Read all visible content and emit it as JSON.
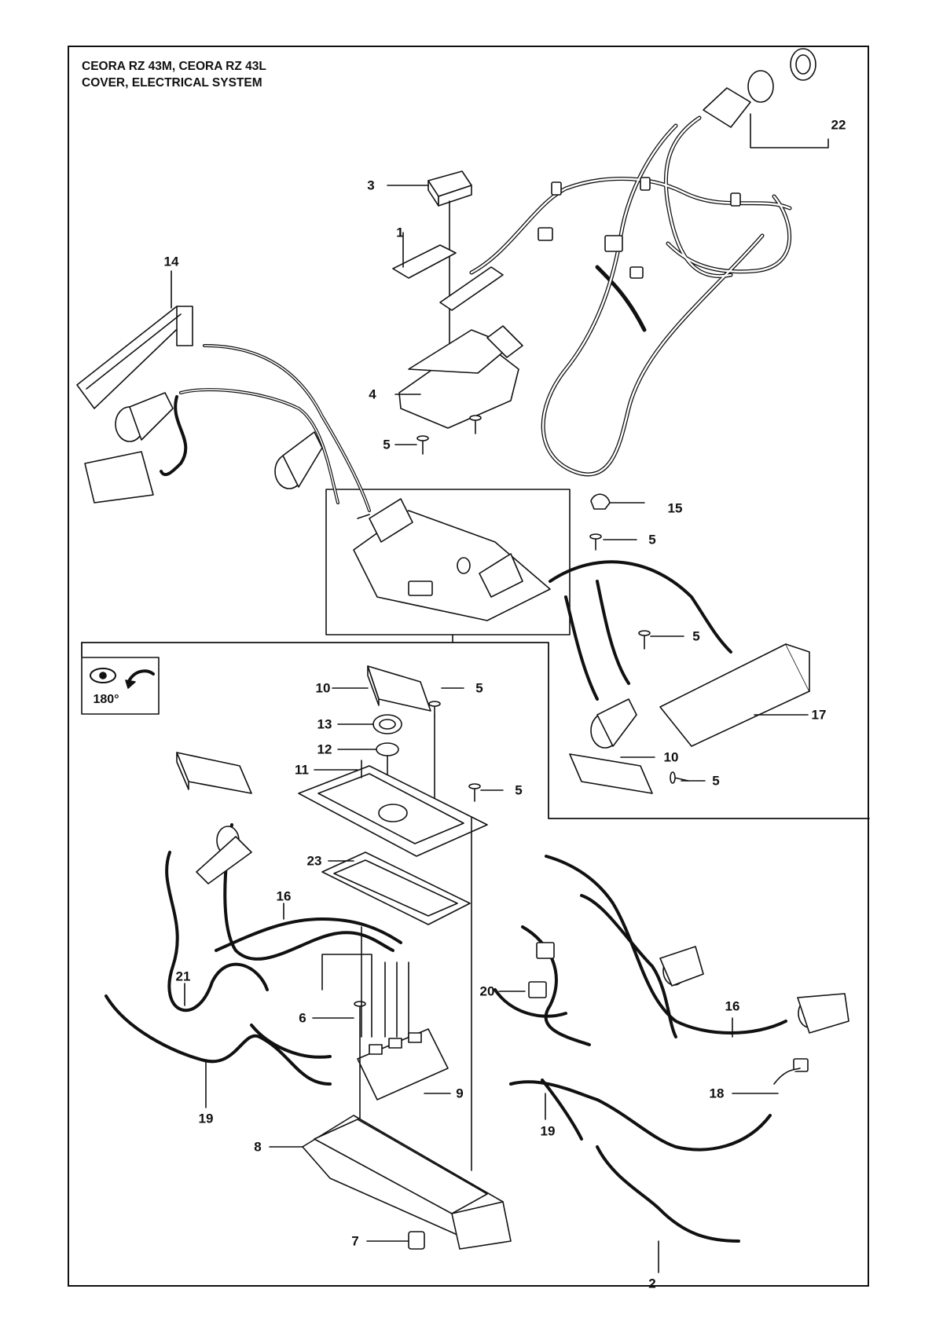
{
  "title": {
    "line1": "CEORA RZ 43M, CEORA RZ 43L",
    "line2": "COVER, ELECTRICAL SYSTEM"
  },
  "view_indicator": {
    "icon": "eye-rotate-icon",
    "angle": "180°"
  },
  "callouts": [
    {
      "id": "callout-22",
      "text": "22"
    },
    {
      "id": "callout-3",
      "text": "3"
    },
    {
      "id": "callout-1",
      "text": "1"
    },
    {
      "id": "callout-14",
      "text": "14"
    },
    {
      "id": "callout-4",
      "text": "4"
    },
    {
      "id": "callout-5-a",
      "text": "5"
    },
    {
      "id": "callout-15",
      "text": "15"
    },
    {
      "id": "callout-5-b",
      "text": "5"
    },
    {
      "id": "callout-5-c",
      "text": "5"
    },
    {
      "id": "callout-10-a",
      "text": "10"
    },
    {
      "id": "callout-5-d",
      "text": "5"
    },
    {
      "id": "callout-13",
      "text": "13"
    },
    {
      "id": "callout-12",
      "text": "12"
    },
    {
      "id": "callout-17",
      "text": "17"
    },
    {
      "id": "callout-11",
      "text": "11"
    },
    {
      "id": "callout-10-b",
      "text": "10"
    },
    {
      "id": "callout-5-e",
      "text": "5"
    },
    {
      "id": "callout-5-f",
      "text": "5"
    },
    {
      "id": "callout-23",
      "text": "23"
    },
    {
      "id": "callout-16-a",
      "text": "16"
    },
    {
      "id": "callout-21",
      "text": "21"
    },
    {
      "id": "callout-20",
      "text": "20"
    },
    {
      "id": "callout-16-b",
      "text": "16"
    },
    {
      "id": "callout-18",
      "text": "18"
    },
    {
      "id": "callout-19-a",
      "text": "19"
    },
    {
      "id": "callout-6",
      "text": "6"
    },
    {
      "id": "callout-19-b",
      "text": "19"
    },
    {
      "id": "callout-9",
      "text": "9"
    },
    {
      "id": "callout-8",
      "text": "8"
    },
    {
      "id": "callout-2",
      "text": "2"
    },
    {
      "id": "callout-7",
      "text": "7"
    }
  ]
}
